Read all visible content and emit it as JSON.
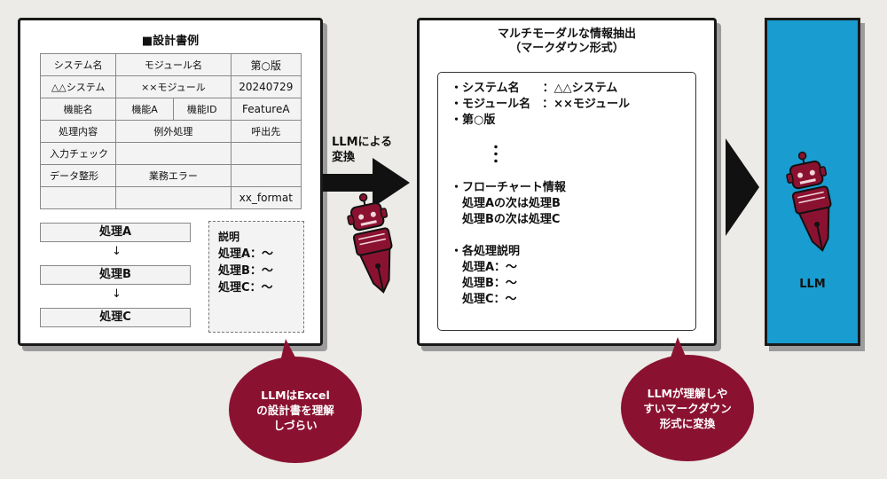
{
  "doc_panel": {
    "title": "■設計書例",
    "table_rows": [
      [
        "システム名",
        "モジュール名",
        "第○版"
      ],
      [
        "△△システム",
        "××モジュール",
        "20240729"
      ],
      [
        "機能名",
        "機能A",
        "機能ID",
        "FeatureA"
      ],
      [
        "処理内容",
        "例外処理",
        "呼出先"
      ],
      [
        "入力チェック",
        "",
        ""
      ],
      [
        "データ整形",
        "業務エラー",
        ""
      ],
      [
        "",
        "",
        "xx_format"
      ]
    ],
    "flow": [
      "処理A",
      "処理B",
      "処理C"
    ],
    "flow_arrow": "↓",
    "note": {
      "title": "説明",
      "lines": [
        "処理A：～",
        "処理B：～",
        "処理C：～"
      ]
    }
  },
  "arrow_label": [
    "LLMによる",
    "変換"
  ],
  "md_panel": {
    "title": [
      "マルチモーダルな情報抽出",
      "（マークダウン形式）"
    ],
    "lines_top": [
      "・システム名　　：△△システム",
      "・モジュール名　：××モジュール",
      "・第○版"
    ],
    "dots": [
      "・",
      "・",
      "・"
    ],
    "lines_bottom": [
      "・フローチャート情報",
      "　処理Aの次は処理B",
      "　処理Bの次は処理C",
      "",
      "・各処理説明",
      "　処理A：～",
      "　処理B：～",
      "　処理C：～"
    ]
  },
  "llm_panel": {
    "label": "LLM"
  },
  "bubble_left": [
    "LLMはExcel",
    "の設計書を理解",
    "しづらい"
  ],
  "bubble_right": [
    "LLMが理解しや",
    "すいマークダウン",
    "形式に変換"
  ],
  "icons": [
    "robot-pen-icon"
  ],
  "colors": {
    "llm_blue": "#199ccf",
    "bubble_red": "#8a1230",
    "background": "#ecebe7"
  }
}
